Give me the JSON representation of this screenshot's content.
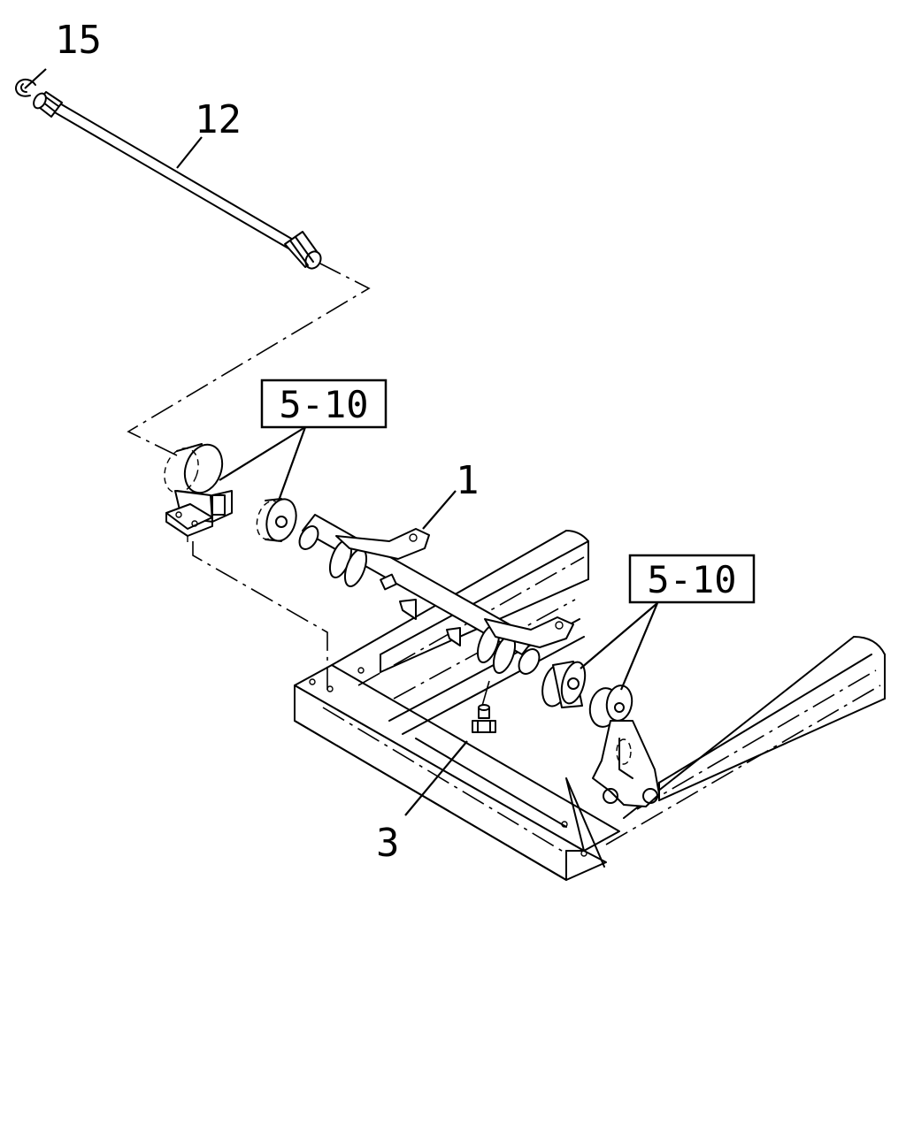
{
  "callouts": {
    "c15": "15",
    "c12": "12",
    "c1": "1",
    "c3": "3"
  },
  "ref_boxes": {
    "left": "5-10",
    "right": "5-10"
  }
}
